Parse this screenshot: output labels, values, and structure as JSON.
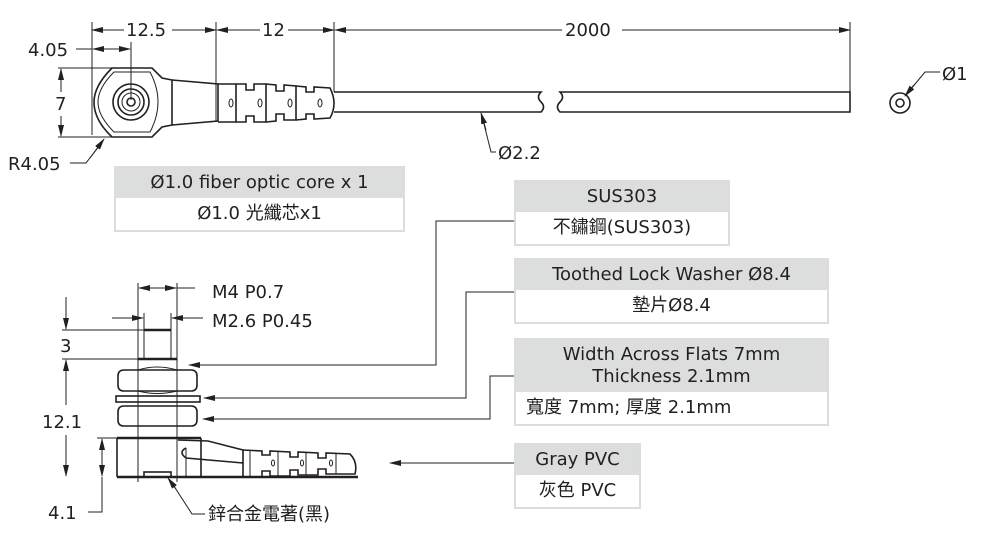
{
  "diagram": {
    "title": "Fiber optic sensor head dimensional drawing",
    "top_view": {
      "dimensions": {
        "head_length": "12.5",
        "boot_length": "12",
        "cable_length": "2000",
        "center_offset": "4.05",
        "head_height": "7",
        "head_radius": "R4.05",
        "cable_diameter": "Ø2.2",
        "core_diameter": "Ø1"
      }
    },
    "side_view": {
      "dimensions": {
        "thread_outer": "M4  P0.7",
        "thread_inner": "M2.6  P0.45",
        "tip_height": "3",
        "body_height": "12.1",
        "base_height": "4.1"
      },
      "base_material_label": "鋅合金電著(黑)"
    }
  },
  "callouts": {
    "fiber_core": {
      "en": "Ø1.0 fiber optic core x 1",
      "zh": "Ø1.0 光纖芯x1"
    },
    "material": {
      "en": "SUS303",
      "zh": "不鏽鋼(SUS303)"
    },
    "washer": {
      "en": "Toothed Lock Washer Ø8.4",
      "zh": "墊片Ø8.4"
    },
    "nut": {
      "en": "Width Across Flats 7mm\nThickness 2.1mm",
      "zh": "寬度 7mm; 厚度 2.1mm"
    },
    "cable": {
      "en": "Gray PVC",
      "zh": "灰色 PVC"
    }
  }
}
